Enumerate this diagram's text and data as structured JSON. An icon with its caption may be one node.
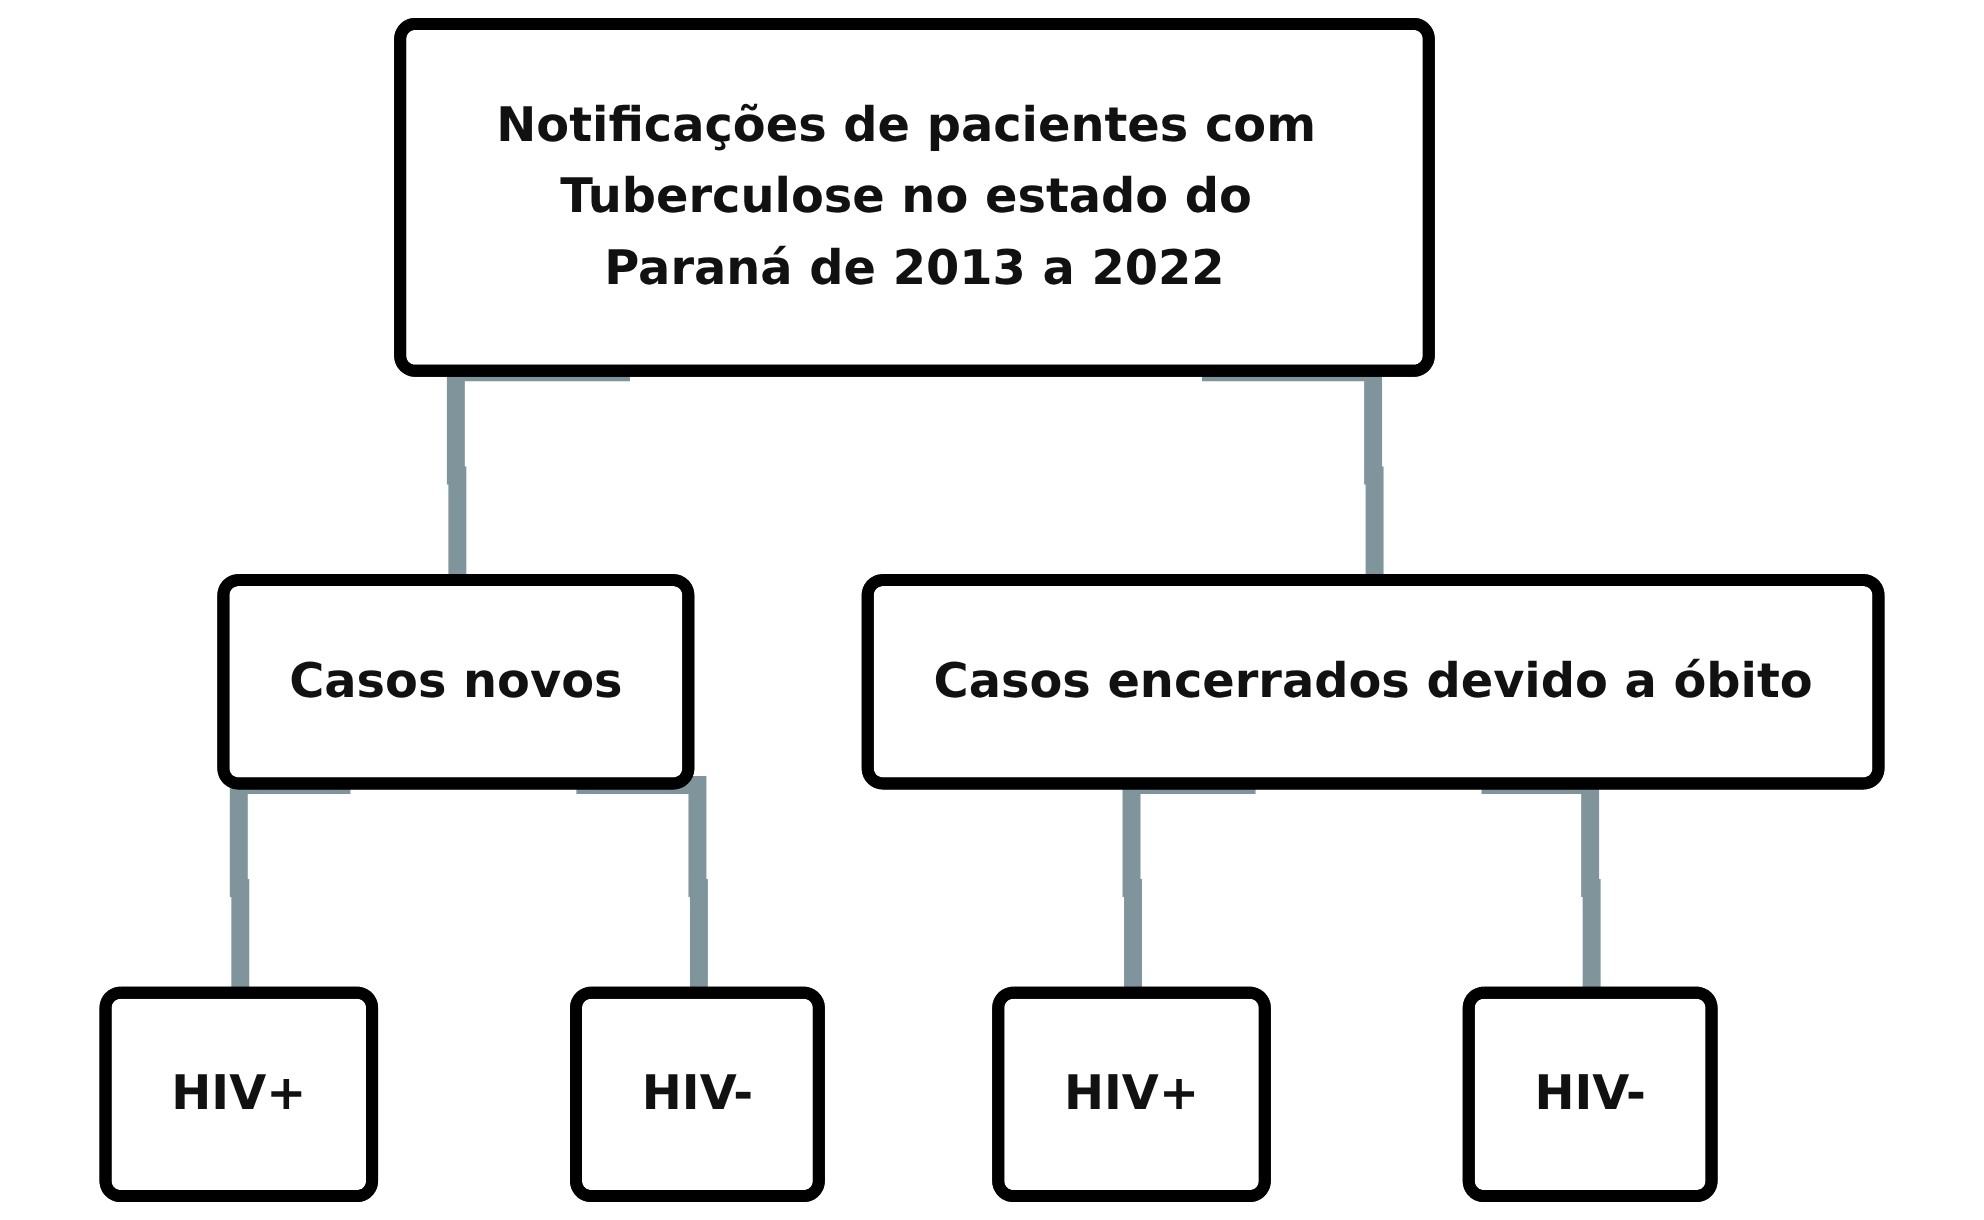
{
  "diagram": {
    "nodes": [
      {
        "text": [
          "Notificações de pacientes com Tuberculose no estado do Paraná de 2013 a 2022"
        ]
      },
      {
        "text": [
          "Casos novos"
        ]
      },
      {
        "text": [
          "Casos encerrados devido a óbito"
        ]
      },
      {
        "text": [
          "HIV+"
        ]
      },
      {
        "text": [
          "HIV-"
        ]
      },
      {
        "text": [
          "HIV+"
        ]
      },
      {
        "text": [
          "HIV-"
        ]
      }
    ],
    "edges": [
      {
        "from": 0,
        "to": 1,
        "arrow": "none"
      },
      {
        "from": 0,
        "to": 2,
        "arrow": "none"
      },
      {
        "from": 1,
        "to": 3,
        "arrow": "none"
      },
      {
        "from": 1,
        "to": 4,
        "arrow": "none"
      },
      {
        "from": 2,
        "to": 5,
        "arrow": "none"
      },
      {
        "from": 2,
        "to": 6,
        "arrow": "none"
      }
    ]
  }
}
